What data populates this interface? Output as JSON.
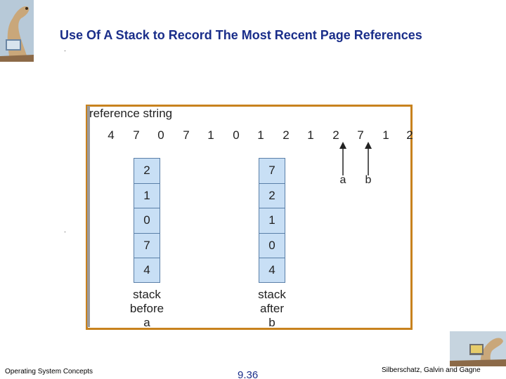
{
  "slide": {
    "title": "Use Of A Stack to Record The Most Recent Page References"
  },
  "figure": {
    "heading": "reference string",
    "reference_string": [
      "4",
      "7",
      "0",
      "7",
      "1",
      "0",
      "1",
      "2",
      "1",
      "2",
      "7",
      "1",
      "2"
    ],
    "stack_before": {
      "cells": [
        "2",
        "1",
        "0",
        "7",
        "4"
      ],
      "label_line1": "stack",
      "label_line2": "before",
      "label_line3": "a"
    },
    "stack_after": {
      "cells": [
        "7",
        "2",
        "1",
        "0",
        "4"
      ],
      "label_line1": "stack",
      "label_line2": "after",
      "label_line3": "b"
    },
    "markers": {
      "a": "a",
      "b": "b"
    },
    "colors": {
      "border": "#c8821e",
      "cell_fill": "#c8dff5",
      "title": "#1a2e8a"
    }
  },
  "footer": {
    "left": "Operating System Concepts",
    "center": "9.36",
    "right": "Silberschatz, Galvin and Gagne"
  }
}
